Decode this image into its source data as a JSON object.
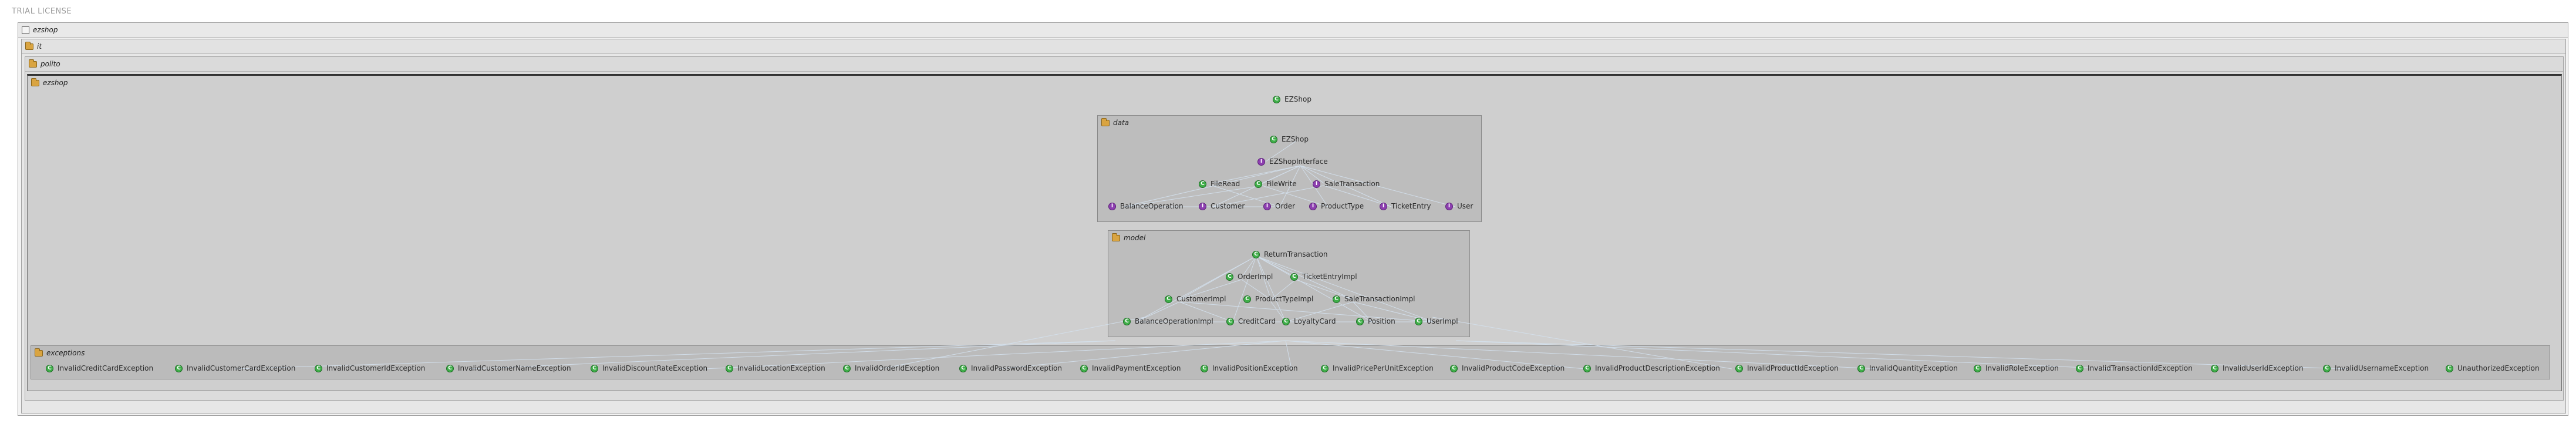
{
  "trial_license": "TRIAL LICENSE",
  "frames": {
    "project": "ezshop",
    "it": "it",
    "polito": "polito",
    "ezshop_pkg": "ezshop",
    "data": "data",
    "model": "model",
    "exceptions": "exceptions"
  },
  "nodes": {
    "ezshop_root": "EZShop",
    "data_ezshop": "EZShop",
    "ezshop_interface": "EZShopInterface",
    "file_read": "FileRead",
    "file_write": "FileWrite",
    "sale_transaction": "SaleTransaction",
    "balance_operation": "BalanceOperation",
    "customer": "Customer",
    "order": "Order",
    "product_type": "ProductType",
    "ticket_entry": "TicketEntry",
    "user": "User",
    "return_transaction": "ReturnTransaction",
    "order_impl": "OrderImpl",
    "ticket_entry_impl": "TicketEntryImpl",
    "customer_impl": "CustomerImpl",
    "product_type_impl": "ProductTypeImpl",
    "sale_transaction_impl": "SaleTransactionImpl",
    "balance_operation_impl": "BalanceOperationImpl",
    "credit_card": "CreditCard",
    "loyalty_card": "LoyaltyCard",
    "position": "Position",
    "user_impl": "UserImpl"
  },
  "exceptions": [
    "InvalidCreditCardException",
    "InvalidCustomerCardException",
    "InvalidCustomerIdException",
    "InvalidCustomerNameException",
    "InvalidDiscountRateException",
    "InvalidLocationException",
    "InvalidOrderIdException",
    "InvalidPasswordException",
    "InvalidPaymentException",
    "InvalidPositionException",
    "InvalidPricePerUnitException",
    "InvalidProductCodeException",
    "InvalidProductDescriptionException",
    "InvalidProductIdException",
    "InvalidQuantityException",
    "InvalidRoleException",
    "InvalidTransactionIdException",
    "InvalidUserIdException",
    "InvalidUsernameException",
    "UnauthorizedException"
  ],
  "icons": {
    "class_badge": "class-icon",
    "interface_badge": "interface-icon",
    "package": "package-icon",
    "project": "project-icon"
  },
  "colors": {
    "class": "#3fae49",
    "interface": "#8d3fb0",
    "package": "#d9a441",
    "link": "#d4e1ee"
  }
}
